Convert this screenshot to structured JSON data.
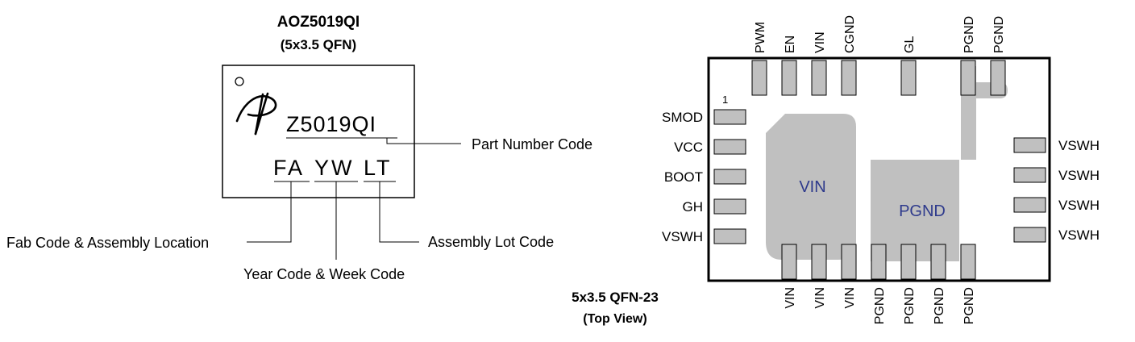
{
  "marking": {
    "title": "AOZ5019QI",
    "subtitle": "(5x3.5 QFN)",
    "part_text": "Z5019QI",
    "code_fa": "FA",
    "code_yw": "YW",
    "code_lt": "LT",
    "label_part": "Part Number Code",
    "label_fab": "Fab Code & Assembly Location",
    "label_year": "Year Code & Week Code",
    "label_lot": "Assembly Lot Code"
  },
  "package": {
    "title": "5x3.5 QFN-23",
    "subtitle": "(Top View)",
    "pin1_label": "1",
    "pad_vin": "VIN",
    "pad_pgnd": "PGND",
    "pad_color": "#c0c0c0",
    "pad_text_color": "#2e3a8c",
    "top_pins": [
      "PWM",
      "EN",
      "VIN",
      "CGND",
      "GL",
      "PGND",
      "PGND"
    ],
    "left_pins": [
      "SMOD",
      "VCC",
      "BOOT",
      "GH",
      "VSWH"
    ],
    "right_pins": [
      "VSWH",
      "VSWH",
      "VSWH",
      "VSWH"
    ],
    "bottom_pins": [
      "VIN",
      "VIN",
      "VIN",
      "PGND",
      "PGND",
      "PGND",
      "PGND"
    ]
  }
}
